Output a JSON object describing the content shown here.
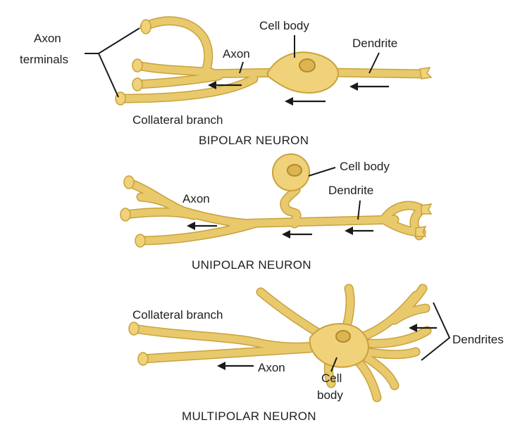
{
  "bipolar": {
    "title": "BIPOLAR NEURON",
    "labels": {
      "axon_terminals_line1": "Axon",
      "axon_terminals_line2": "terminals",
      "axon": "Axon",
      "cell_body": "Cell body",
      "dendrite": "Dendrite",
      "collateral_branch": "Collateral branch"
    }
  },
  "unipolar": {
    "title": "UNIPOLAR NEURON",
    "labels": {
      "cell_body": "Cell body",
      "axon": "Axon",
      "dendrite": "Dendrite"
    }
  },
  "multipolar": {
    "title": "MULTIPOLAR NEURON",
    "labels": {
      "collateral_branch": "Collateral branch",
      "axon": "Axon",
      "cell_body_line1": "Cell",
      "cell_body_line2": "body",
      "dendrites": "Dendrites"
    }
  },
  "colors": {
    "neuron_fill": "#efd27a",
    "neuron_outline": "#c9a23c",
    "arrow": "#1a1a1a"
  }
}
